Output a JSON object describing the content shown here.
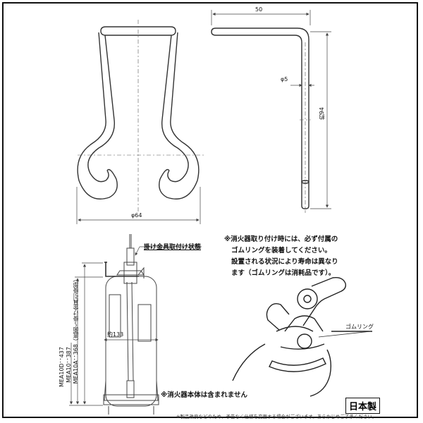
{
  "drawing": {
    "top_view": {
      "width_dim": "64"
    },
    "side_view": {
      "width_dim": "50",
      "rod_dim": "5",
      "height_dim": "94"
    },
    "mounted_view": {
      "caption": "掛け金具取付け状態",
      "width_dim": "133",
      "height_dims": [
        "MEA10D：437",
        "MEA10：387",
        "MEA10A：368（底面～掛け金具引掛部）"
      ]
    },
    "note_lines": [
      "消火器取り付け時には、必ず付属の",
      "ゴムリングを装着してください。",
      "設置される状況により寿命は異なり",
      "ます（ゴムリングは消耗品です）。"
    ],
    "note_marker": "※",
    "rubber_ring_label": "ゴムリング",
    "extinguisher_note": "消火器本体は含まれません",
    "made_in": "日本製",
    "footer": "※製品改良などのため、予告なく仕様を変更する場合がございます。あらかじめご了承ください。"
  },
  "colors": {
    "line": "#333333",
    "frame": "#111111",
    "dimension": "#444444"
  }
}
